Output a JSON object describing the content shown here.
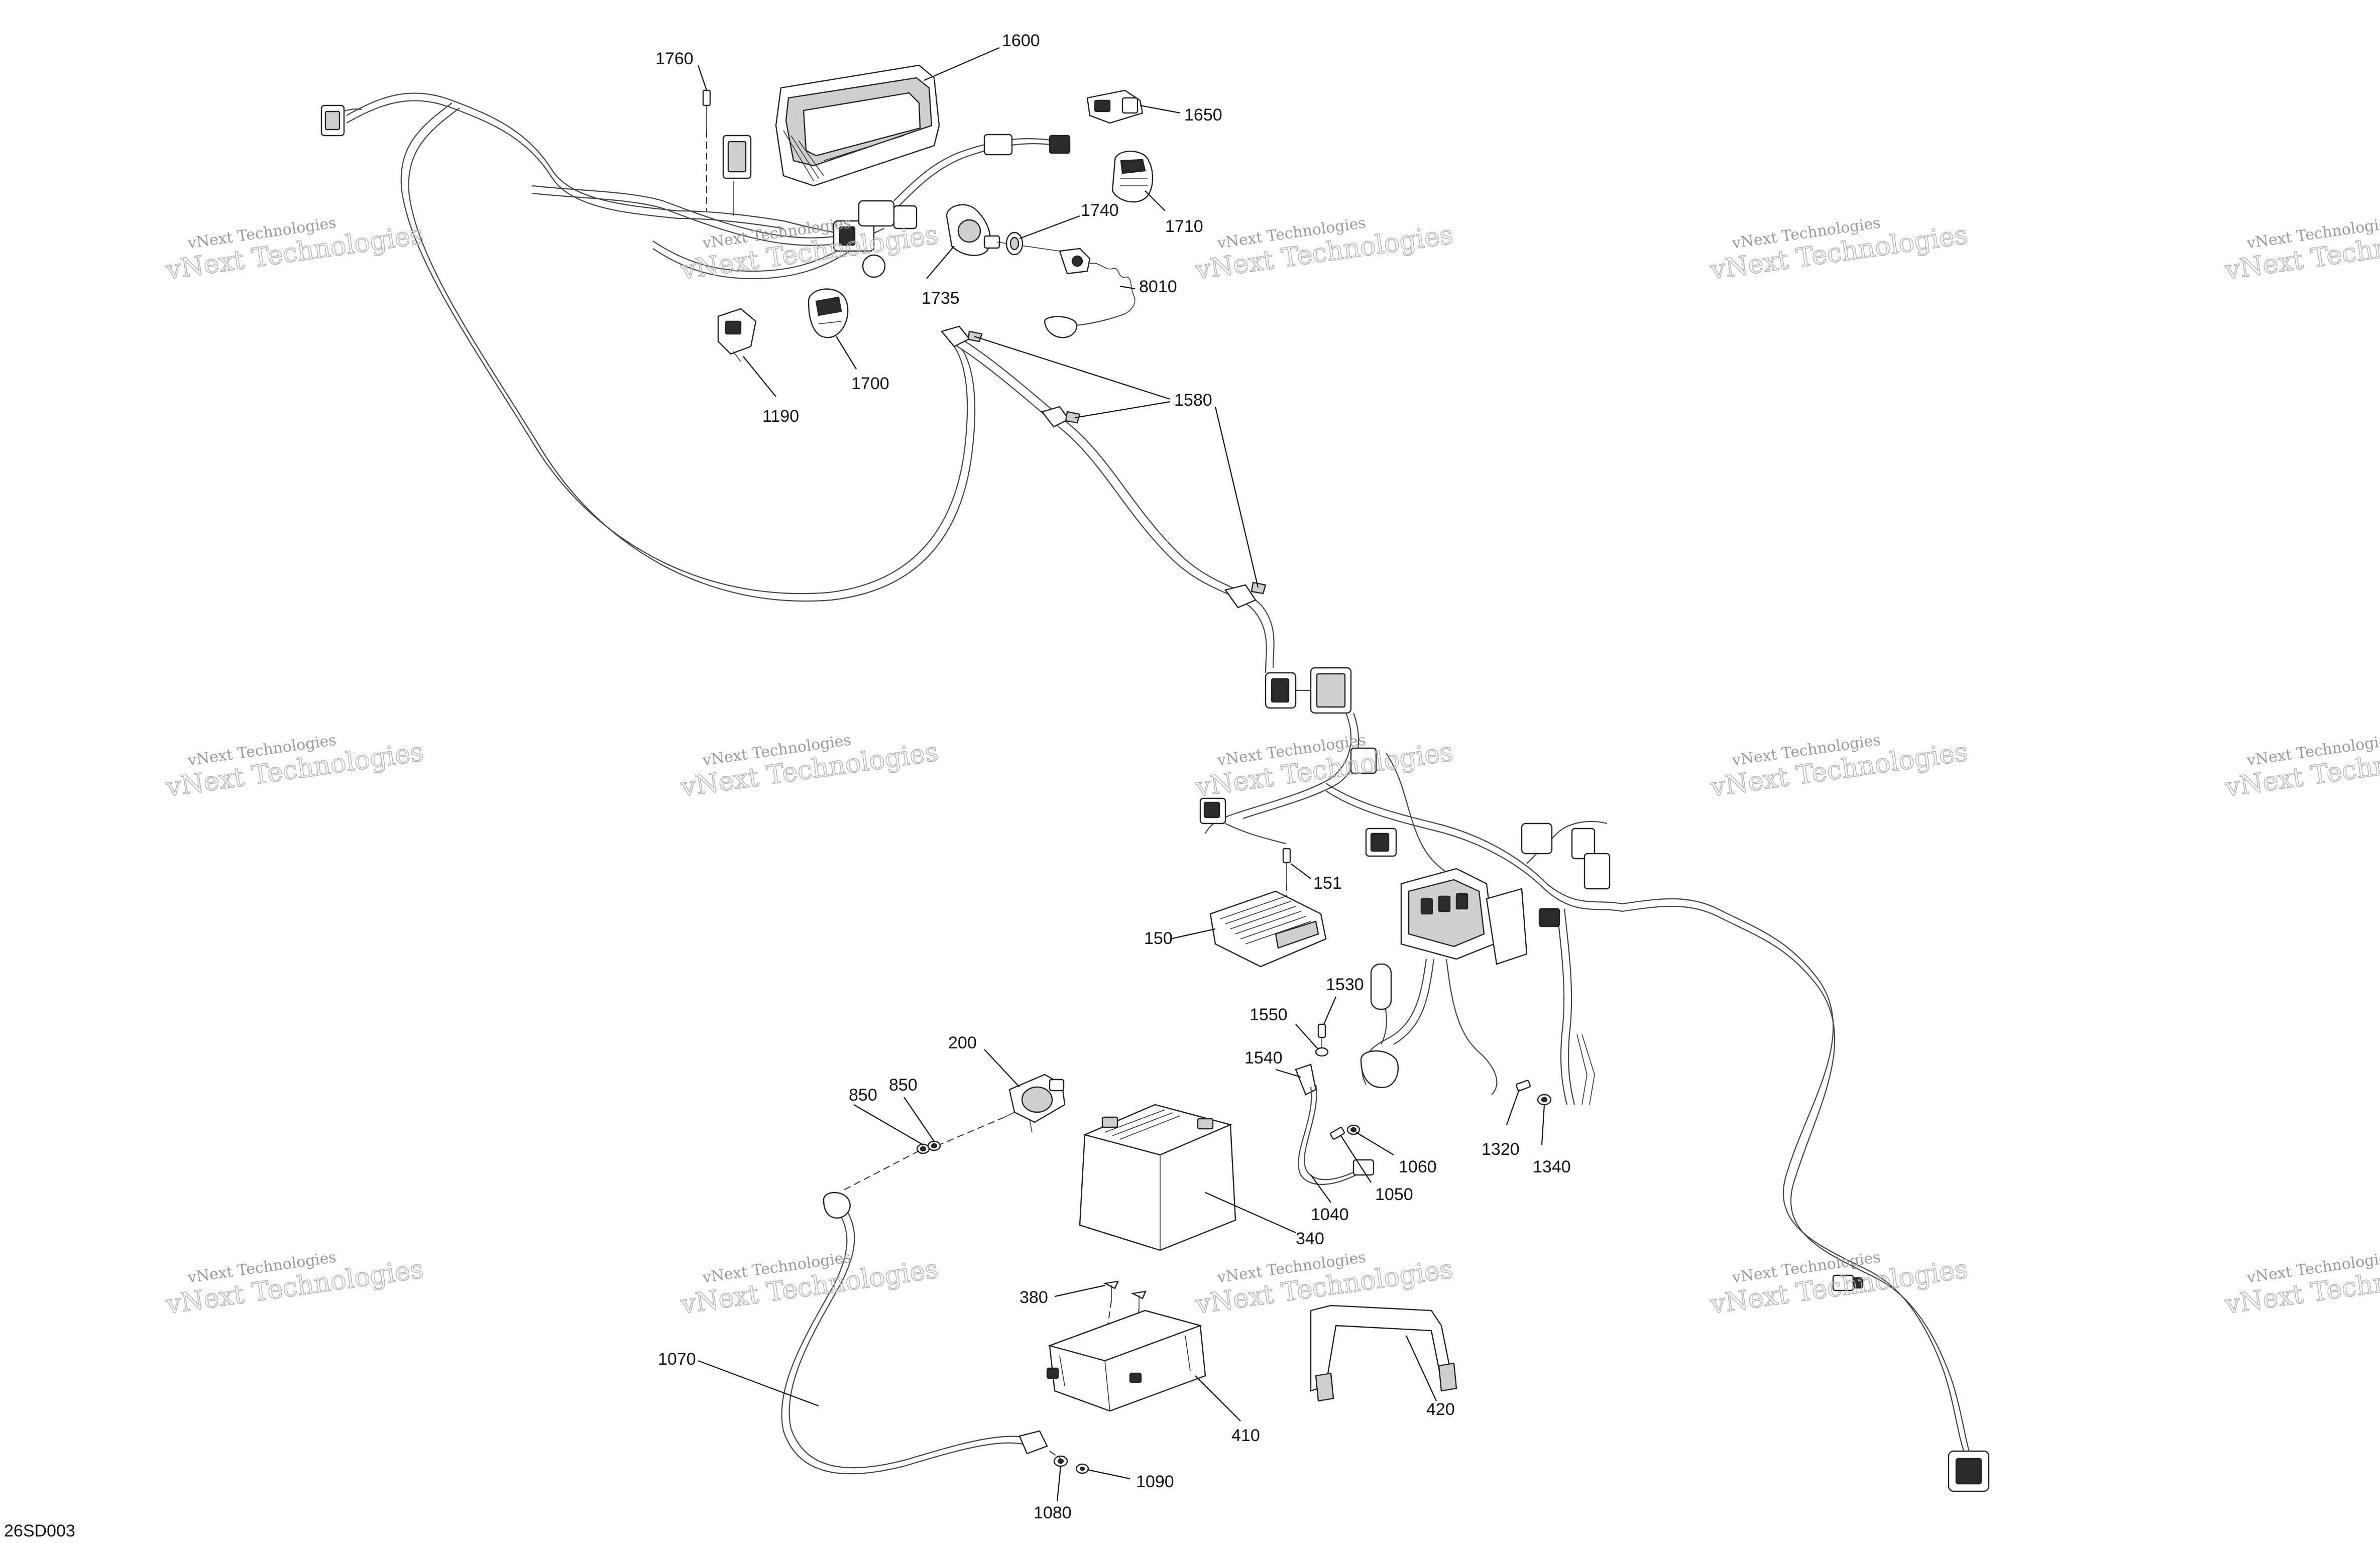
{
  "diagram": {
    "code": "26SD003",
    "watermark": "vNext Technologies",
    "callouts": [
      "1760",
      "1600",
      "1650",
      "1740",
      "1710",
      "1735",
      "8010",
      "1700",
      "1190",
      "1580",
      "151",
      "150",
      "1530",
      "1550",
      "1540",
      "1060",
      "1050",
      "1040",
      "1320",
      "1340",
      "200",
      "850",
      "850",
      "340",
      "380",
      "410",
      "420",
      "1070",
      "1090",
      "1080"
    ]
  }
}
